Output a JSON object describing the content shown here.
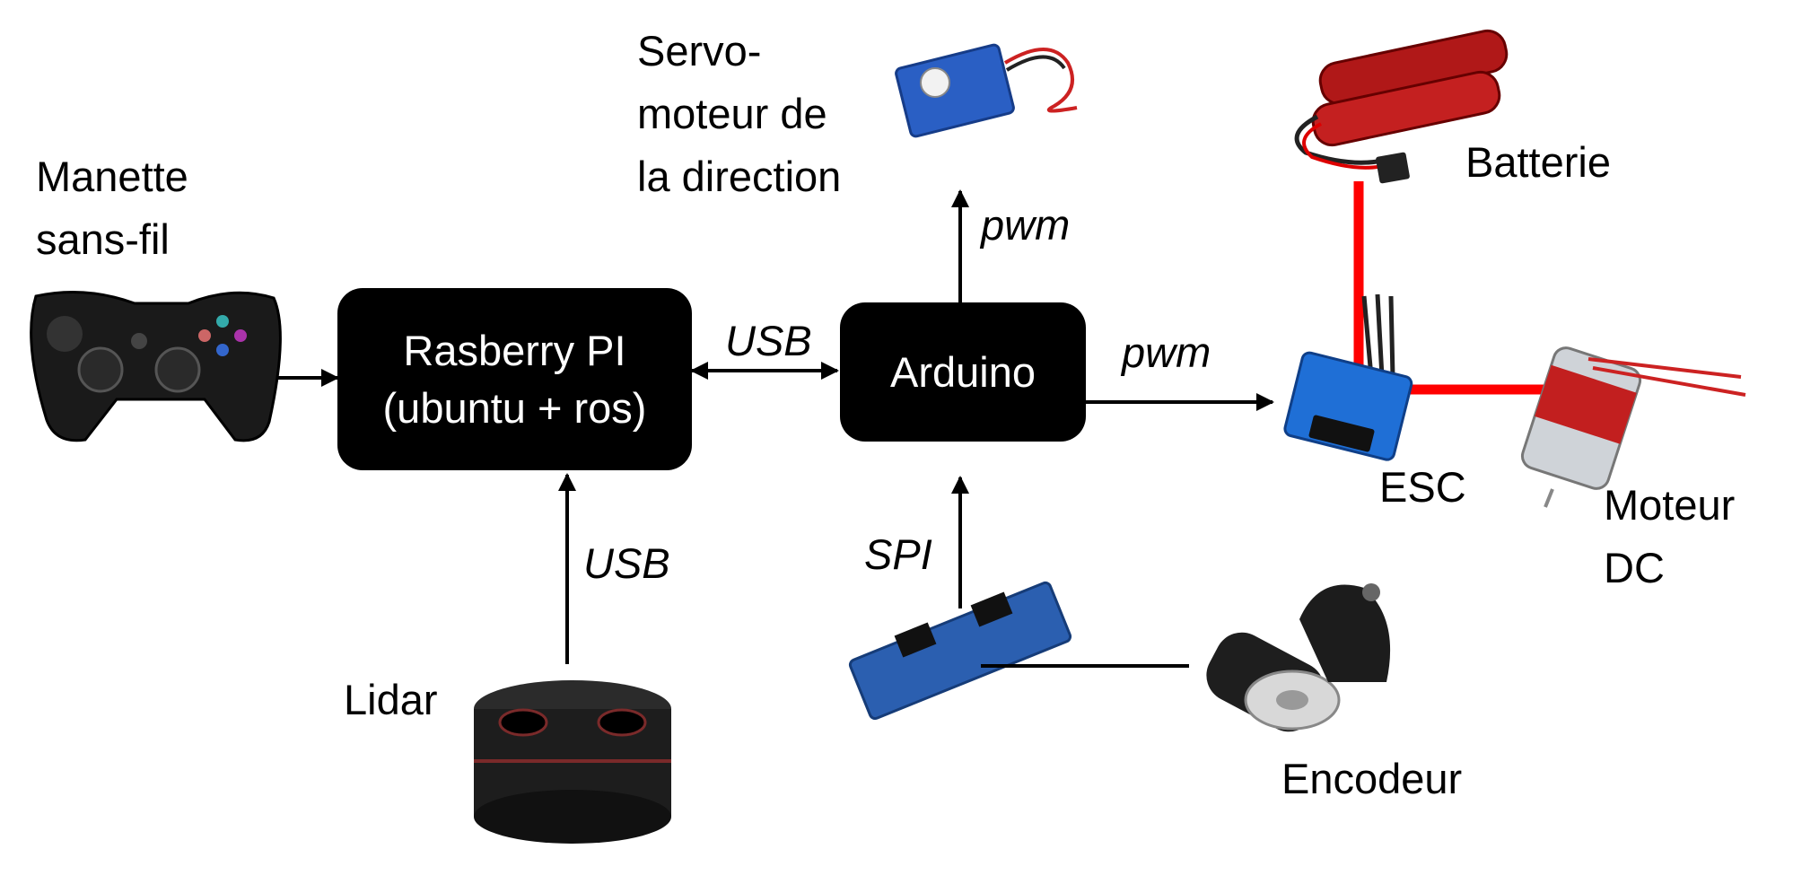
{
  "nodes": {
    "raspberry": {
      "line1": "Rasberry PI",
      "line2": "(ubuntu + ros)"
    },
    "arduino": {
      "label": "Arduino"
    }
  },
  "labels": {
    "manette": {
      "line1": "Manette",
      "line2": "sans-fil"
    },
    "servo": {
      "line1": "Servo-",
      "line2": "moteur de",
      "line3": "la direction"
    },
    "batterie": "Batterie",
    "esc": "ESC",
    "moteur": {
      "line1": "Moteur",
      "line2": "DC"
    },
    "lidar": "Lidar",
    "encodeur": "Encodeur"
  },
  "edges": {
    "usb_rpi_arduino": "USB",
    "usb_lidar": "USB",
    "pwm_servo": "pwm",
    "pwm_esc": "pwm",
    "spi": "SPI"
  },
  "colors": {
    "power_line": "#ff0000",
    "arrow": "#000000",
    "box": "#000000",
    "box_text": "#ffffff"
  },
  "icons": [
    "gamepad-icon",
    "servo-icon",
    "battery-icon",
    "esc-icon",
    "dc-motor-icon",
    "lidar-icon",
    "spi-board-icon",
    "encoder-icon"
  ]
}
